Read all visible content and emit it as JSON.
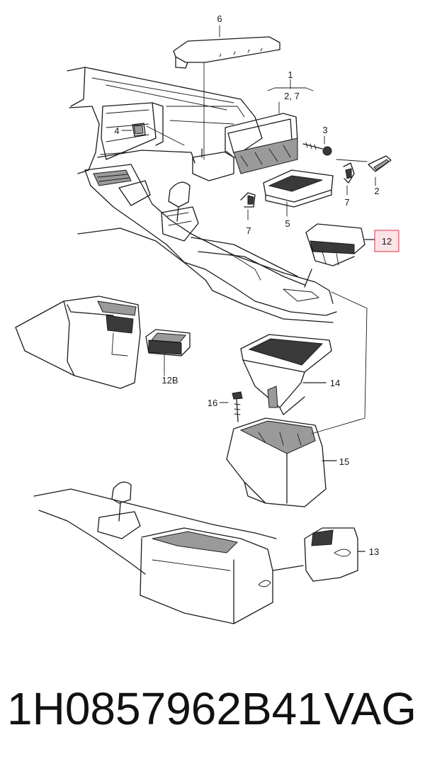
{
  "diagram": {
    "callouts": {
      "c1": "1",
      "c2": "2",
      "c2_7": "2, 7",
      "c3": "3",
      "c4": "4",
      "c5": "5",
      "c6": "6",
      "c7a": "7",
      "c7b": "7",
      "c12": "12",
      "c12b": "12B",
      "c13": "13",
      "c14": "14",
      "c15": "15",
      "c16": "16"
    },
    "highlighted_callout": "12",
    "highlight_color": "#d9304a"
  },
  "footer": {
    "part_number": "1H0857962B41",
    "brand": "VAG"
  }
}
